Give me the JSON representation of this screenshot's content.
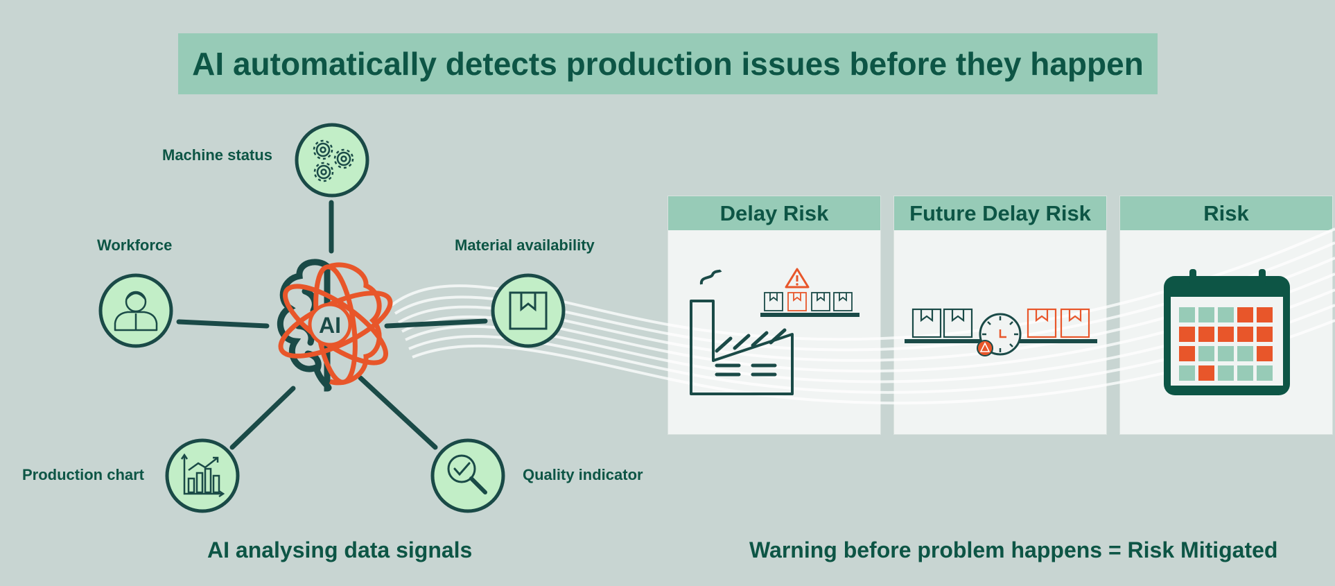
{
  "title": "AI automatically detects production issues before they happen",
  "hub": {
    "label": "AI"
  },
  "signals": [
    {
      "label": "Machine status",
      "icon": "gears-icon"
    },
    {
      "label": "Workforce",
      "icon": "worker-icon"
    },
    {
      "label": "Material availability",
      "icon": "box-icon"
    },
    {
      "label": "Production chart",
      "icon": "bar-chart-icon"
    },
    {
      "label": "Quality indicator",
      "icon": "magnifier-check-icon"
    }
  ],
  "panels": [
    {
      "title": "Delay Risk",
      "icon": "factory-icon"
    },
    {
      "title": "Future Delay Risk",
      "icon": "clock-icon"
    },
    {
      "title": "Risk",
      "icon": "calendar-icon"
    }
  ],
  "captions": {
    "left": "AI analysing data signals",
    "right": "Warning before problem happens = Risk Mitigated"
  },
  "colors": {
    "background": "#c8d5d2",
    "dark_green": "#0d5545",
    "mint": "#97cbb7",
    "node_fill": "#c2eec7",
    "orange": "#e8562a",
    "outline": "#1a4a47"
  }
}
